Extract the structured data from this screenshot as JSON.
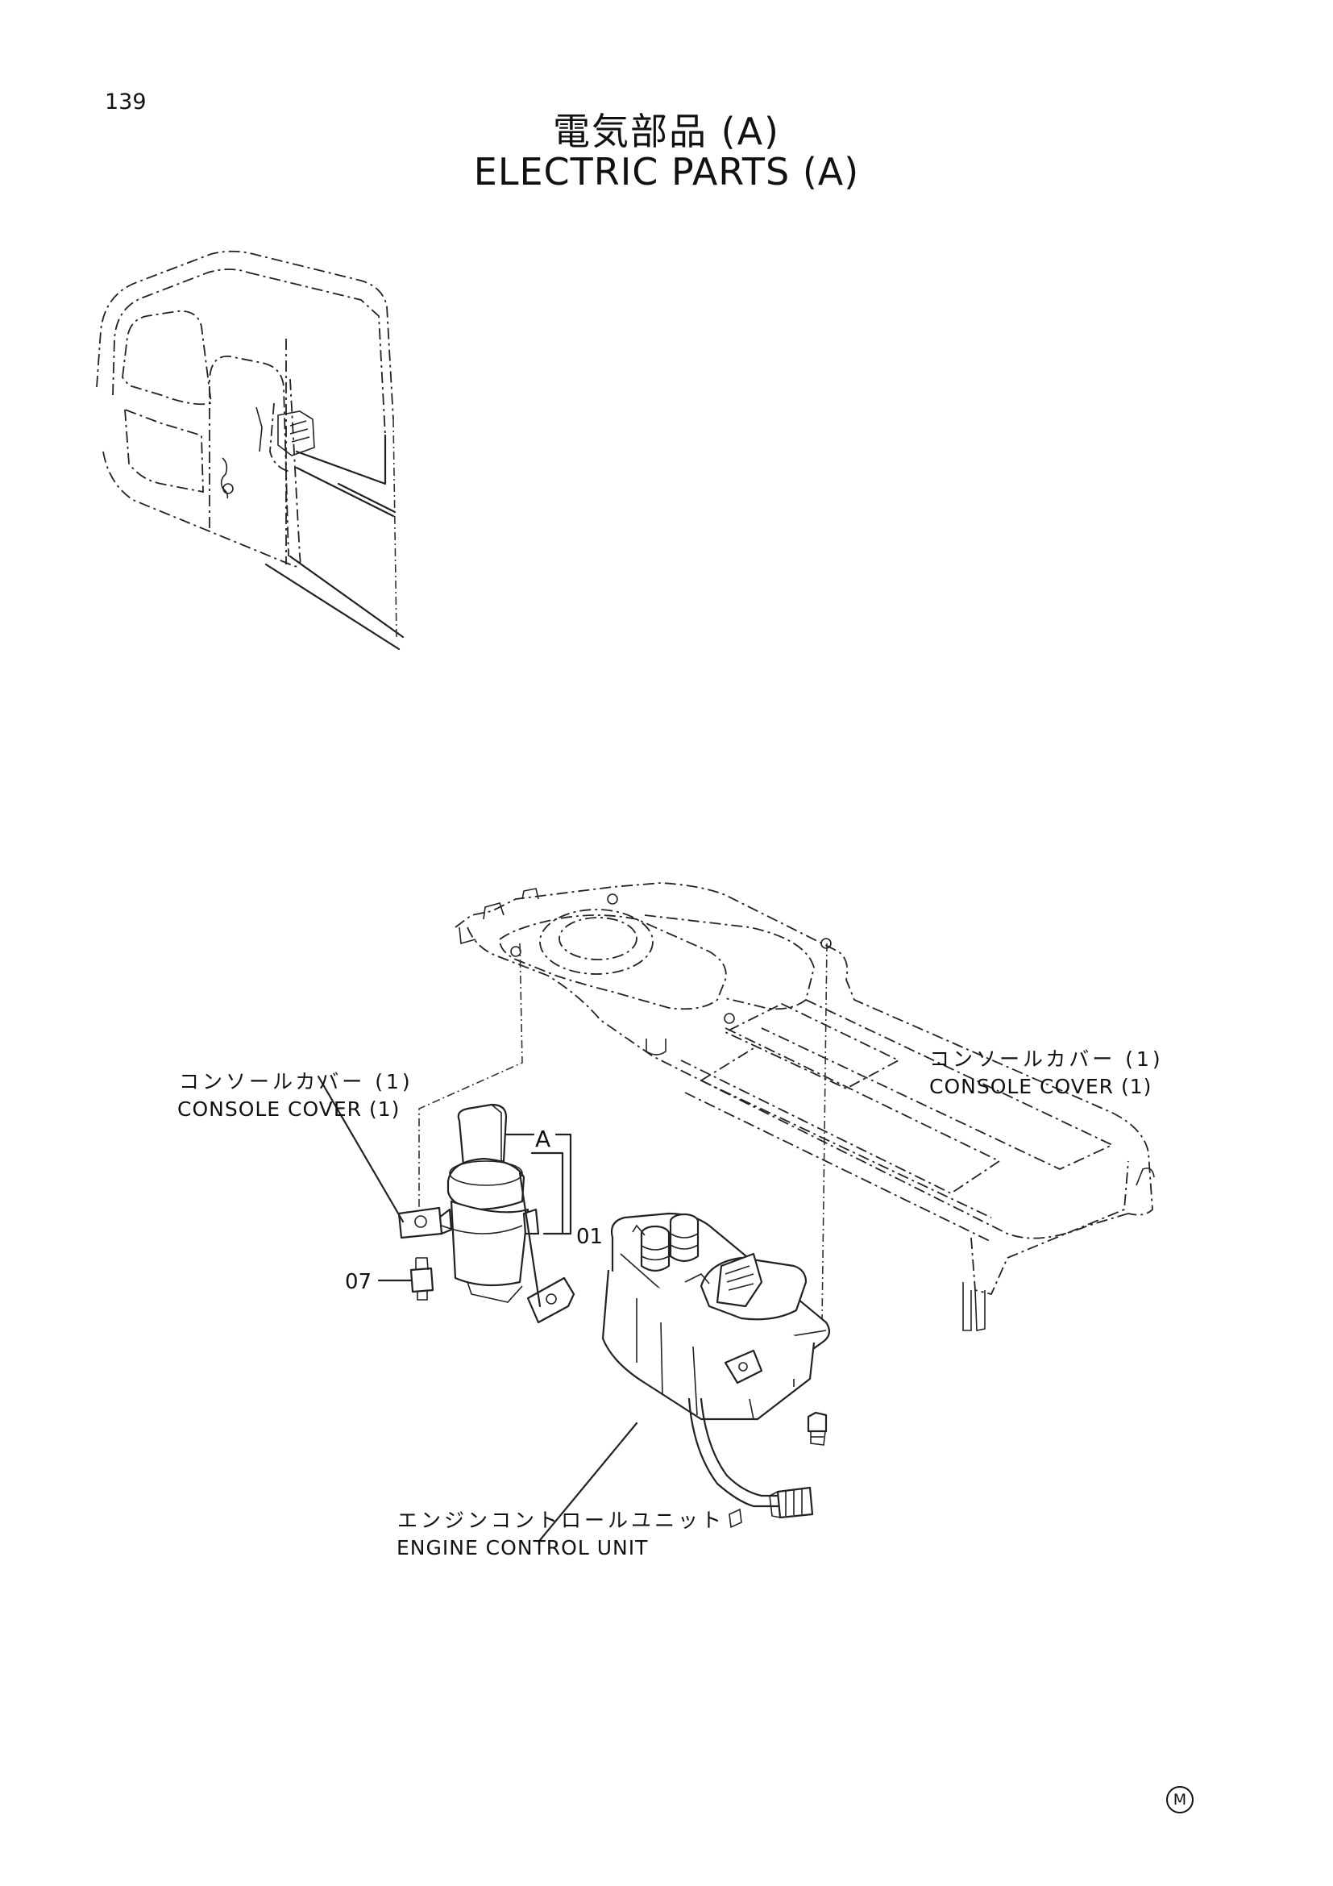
{
  "page": {
    "number": "139",
    "title_jp": "電気部品 (A)",
    "title_en": "ELECTRIC PARTS (A)"
  },
  "labels": {
    "console_cover_left_jp": "コンソールカバー (1)",
    "console_cover_left_en": "CONSOLE COVER (1)",
    "console_cover_right_jp": "コンソールカバー (1)",
    "console_cover_right_en": "CONSOLE COVER (1)",
    "ref_a": "A",
    "part_01": "01",
    "part_07": "07",
    "ecu_jp": "エンジンコントロールユニット",
    "ecu_en": "ENGINE CONTROL UNIT",
    "footer_mark": "M"
  }
}
